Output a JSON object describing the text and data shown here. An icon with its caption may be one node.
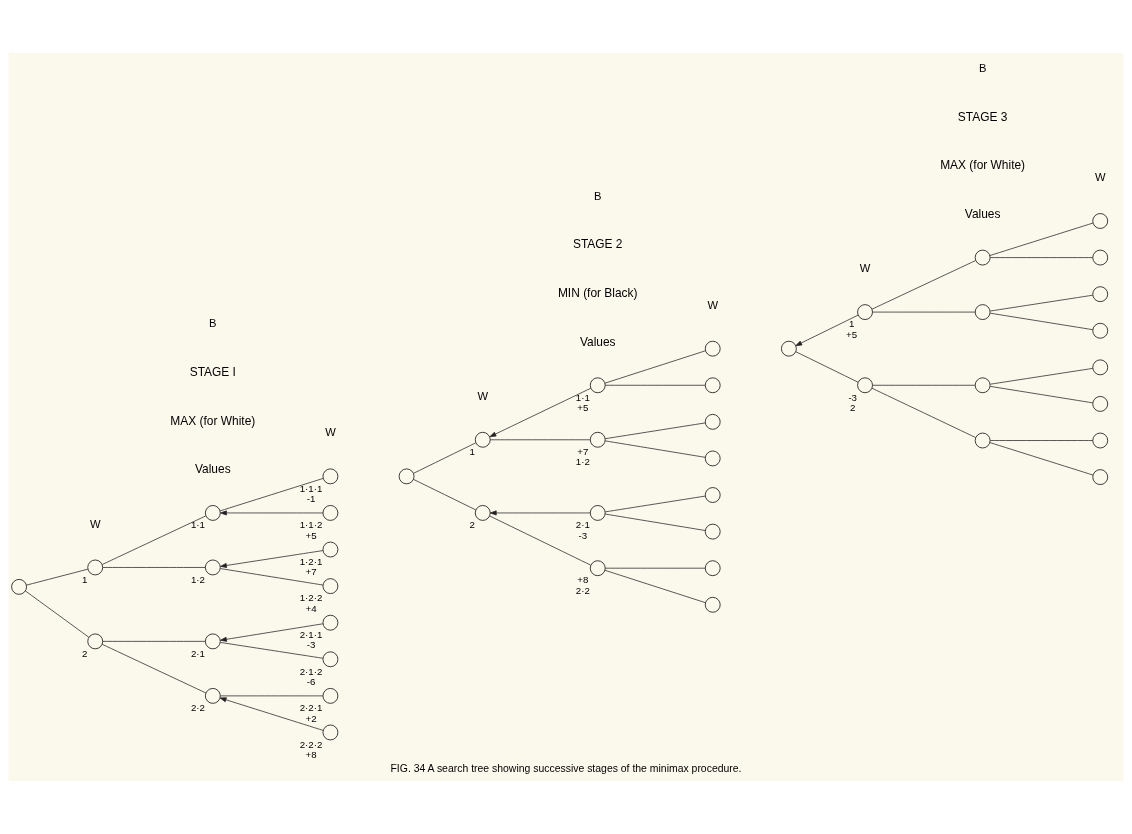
{
  "diagram": {
    "caption": "FIG. 34 A search tree showing successive stages of the minimax procedure.",
    "nodes": [
      {
        "text": [],
        "shape": "circle"
      },
      {
        "text": [],
        "shape": "circle",
        "beside": [
          "1"
        ]
      },
      {
        "text": [],
        "shape": "circle",
        "beside": [
          "2"
        ]
      },
      {
        "text": [],
        "shape": "circle",
        "beside": [
          "1·1"
        ]
      },
      {
        "text": [],
        "shape": "circle",
        "beside": [
          "1·2"
        ]
      },
      {
        "text": [],
        "shape": "circle",
        "beside": [
          "2·1"
        ]
      },
      {
        "text": [],
        "shape": "circle",
        "beside": [
          "2·2"
        ]
      },
      {
        "text": [],
        "shape": "circle",
        "beside": [
          "1·1·1",
          "-1"
        ]
      },
      {
        "text": [],
        "shape": "circle",
        "beside": [
          "1·1·2",
          "+5"
        ]
      },
      {
        "text": [],
        "shape": "circle",
        "beside": [
          "1·2·1",
          "+7"
        ]
      },
      {
        "text": [],
        "shape": "circle",
        "beside": [
          "1·2·2",
          "+4"
        ]
      },
      {
        "text": [],
        "shape": "circle",
        "beside": [
          "2·1·1",
          "-3"
        ]
      },
      {
        "text": [],
        "shape": "circle",
        "beside": [
          "2·1·2",
          "-6"
        ]
      },
      {
        "text": [],
        "shape": "circle",
        "beside": [
          "2·2·1",
          "+2"
        ]
      },
      {
        "text": [],
        "shape": "circle",
        "beside": [
          "2·2·2",
          "+8"
        ]
      },
      {
        "text": [],
        "shape": "circle"
      },
      {
        "text": [],
        "shape": "circle",
        "beside": [
          "1"
        ]
      },
      {
        "text": [],
        "shape": "circle",
        "beside": [
          "2"
        ]
      },
      {
        "text": [],
        "shape": "circle",
        "beside": [
          "1·1",
          "+5"
        ]
      },
      {
        "text": [],
        "shape": "circle",
        "beside": [
          "+7",
          "1·2"
        ]
      },
      {
        "text": [],
        "shape": "circle",
        "beside": [
          "2·1",
          "-3"
        ]
      },
      {
        "text": [],
        "shape": "circle",
        "beside": [
          "+8",
          "2·2"
        ]
      },
      {
        "text": [],
        "shape": "circle"
      },
      {
        "text": [],
        "shape": "circle"
      },
      {
        "text": [],
        "shape": "circle"
      },
      {
        "text": [],
        "shape": "circle"
      },
      {
        "text": [],
        "shape": "circle"
      },
      {
        "text": [],
        "shape": "circle"
      },
      {
        "text": [],
        "shape": "circle"
      },
      {
        "text": [],
        "shape": "circle"
      },
      {
        "text": [],
        "shape": "circle"
      },
      {
        "text": [],
        "shape": "circle",
        "beside": [
          "1",
          "+5"
        ]
      },
      {
        "text": [],
        "shape": "circle",
        "beside": [
          "-3",
          "2"
        ]
      },
      {
        "text": [],
        "shape": "circle"
      },
      {
        "text": [],
        "shape": "circle"
      },
      {
        "text": [],
        "shape": "circle"
      },
      {
        "text": [],
        "shape": "circle"
      },
      {
        "text": [],
        "shape": "circle"
      },
      {
        "text": [],
        "shape": "circle"
      },
      {
        "text": [],
        "shape": "circle"
      },
      {
        "text": [],
        "shape": "circle"
      },
      {
        "text": [],
        "shape": "circle"
      },
      {
        "text": [],
        "shape": "circle"
      },
      {
        "text": [],
        "shape": "circle"
      },
      {
        "text": [],
        "shape": "circle"
      }
    ],
    "edges": [
      {
        "from": 0,
        "to": 1,
        "arrow": "none"
      },
      {
        "from": 0,
        "to": 2,
        "arrow": "none"
      },
      {
        "from": 1,
        "to": 3,
        "arrow": "none"
      },
      {
        "from": 1,
        "to": 4,
        "arrow": "none"
      },
      {
        "from": 2,
        "to": 5,
        "arrow": "none"
      },
      {
        "from": 2,
        "to": 6,
        "arrow": "none"
      },
      {
        "from": 3,
        "to": 7,
        "arrow": "none"
      },
      {
        "from": 8,
        "to": 3,
        "arrow": "to"
      },
      {
        "from": 9,
        "to": 4,
        "arrow": "to"
      },
      {
        "from": 4,
        "to": 10,
        "arrow": "none"
      },
      {
        "from": 11,
        "to": 5,
        "arrow": "to"
      },
      {
        "from": 5,
        "to": 12,
        "arrow": "none"
      },
      {
        "from": 6,
        "to": 13,
        "arrow": "none"
      },
      {
        "from": 14,
        "to": 6,
        "arrow": "to"
      },
      {
        "from": 15,
        "to": 16,
        "arrow": "none"
      },
      {
        "from": 15,
        "to": 17,
        "arrow": "none"
      },
      {
        "from": 18,
        "to": 16,
        "arrow": "to"
      },
      {
        "from": 16,
        "to": 19,
        "arrow": "none"
      },
      {
        "from": 20,
        "to": 17,
        "arrow": "to"
      },
      {
        "from": 17,
        "to": 21,
        "arrow": "none"
      },
      {
        "from": 18,
        "to": 22,
        "arrow": "none"
      },
      {
        "from": 18,
        "to": 23,
        "arrow": "none"
      },
      {
        "from": 19,
        "to": 24,
        "arrow": "none"
      },
      {
        "from": 19,
        "to": 25,
        "arrow": "none"
      },
      {
        "from": 20,
        "to": 26,
        "arrow": "none"
      },
      {
        "from": 20,
        "to": 27,
        "arrow": "none"
      },
      {
        "from": 21,
        "to": 28,
        "arrow": "none"
      },
      {
        "from": 21,
        "to": 29,
        "arrow": "none"
      },
      {
        "from": 31,
        "to": 30,
        "arrow": "to"
      },
      {
        "from": 30,
        "to": 32,
        "arrow": "none"
      },
      {
        "from": 31,
        "to": 33,
        "arrow": "none"
      },
      {
        "from": 31,
        "to": 34,
        "arrow": "none"
      },
      {
        "from": 32,
        "to": 35,
        "arrow": "none"
      },
      {
        "from": 32,
        "to": 36,
        "arrow": "none"
      },
      {
        "from": 33,
        "to": 37,
        "arrow": "none"
      },
      {
        "from": 33,
        "to": 38,
        "arrow": "none"
      },
      {
        "from": 34,
        "to": 39,
        "arrow": "none"
      },
      {
        "from": 34,
        "to": 40,
        "arrow": "none"
      },
      {
        "from": 35,
        "to": 41,
        "arrow": "none"
      },
      {
        "from": 35,
        "to": 42,
        "arrow": "none"
      },
      {
        "from": 36,
        "to": 43,
        "arrow": "none"
      },
      {
        "from": 36,
        "to": 44,
        "arrow": "none"
      }
    ],
    "labels": [
      "STAGE I",
      "MAX (for White)",
      "Values",
      "STAGE 2",
      "MIN (for Black)",
      "Values",
      "STAGE 3",
      "MAX (for White)",
      "Values",
      "W",
      "B",
      "W",
      "W",
      "B",
      "W",
      "W",
      "B",
      "W"
    ]
  }
}
